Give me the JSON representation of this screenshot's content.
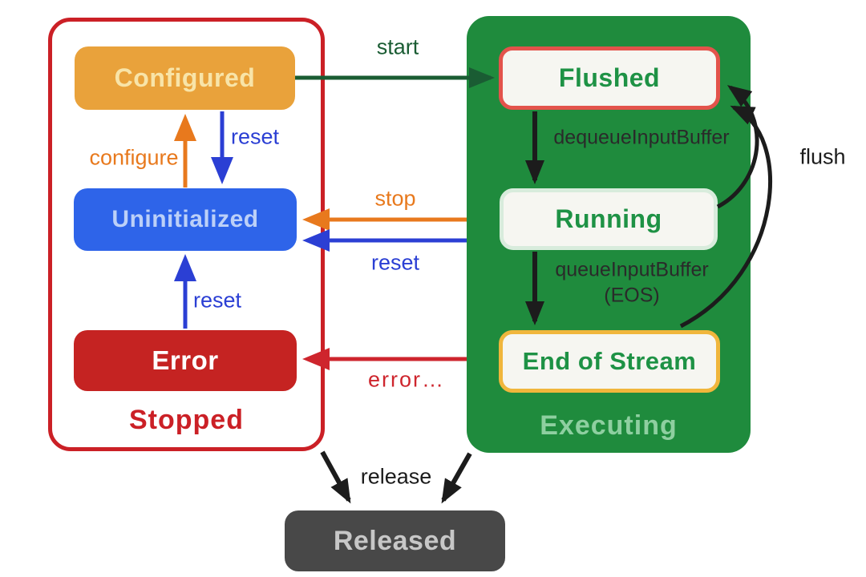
{
  "diagram": {
    "groups": {
      "stopped": {
        "label": "Stopped"
      },
      "executing": {
        "label": "Executing"
      }
    },
    "states": {
      "configured": {
        "label": "Configured"
      },
      "uninitialized": {
        "label": "Uninitialized"
      },
      "error": {
        "label": "Error"
      },
      "flushed": {
        "label": "Flushed"
      },
      "running": {
        "label": "Running"
      },
      "end_of_stream": {
        "label": "End of Stream"
      },
      "released": {
        "label": "Released"
      }
    },
    "transitions": {
      "start": {
        "label": "start",
        "from": "Configured",
        "to": "Flushed"
      },
      "reset_from_configured": {
        "label": "reset",
        "from": "Configured",
        "to": "Uninitialized"
      },
      "configure": {
        "label": "configure",
        "from": "Uninitialized",
        "to": "Configured"
      },
      "reset_from_error": {
        "label": "reset",
        "from": "Error",
        "to": "Uninitialized"
      },
      "stop": {
        "label": "stop",
        "from": "Executing",
        "to": "Uninitialized"
      },
      "reset_from_executing": {
        "label": "reset",
        "from": "Executing",
        "to": "Uninitialized"
      },
      "error": {
        "label": "error…",
        "from": "Executing",
        "to": "Error"
      },
      "dequeue_input_buffer": {
        "label": "dequeueInputBuffer",
        "from": "Flushed",
        "to": "Running"
      },
      "queue_input_buffer": {
        "label": "queueInputBuffer",
        "label_line2": "(EOS)",
        "from": "Running",
        "to": "End of Stream"
      },
      "flush": {
        "label": "flush",
        "from": "Running / End of Stream",
        "to": "Flushed"
      },
      "release": {
        "label": "release",
        "from": "Stopped / Executing",
        "to": "Released"
      }
    },
    "colors": {
      "stopped_border_red": "#CB2026",
      "error_fill_red": "#C52322",
      "configured_orange": "#E9A23B",
      "uninitialized_blue": "#2E64E9",
      "executing_green": "#1F8B3D",
      "state_text_green": "#1E9245",
      "flushed_border_red": "#E3534B",
      "running_border_pale_green": "#D8ECDC",
      "end_of_stream_border_gold": "#F0B63C",
      "released_gray": "#484848",
      "arrow_green": "#1A5C33",
      "arrow_orange": "#E8791D",
      "arrow_blue": "#2B3FD4",
      "arrow_red": "#CE252D",
      "arrow_black": "#1C1C1C"
    }
  }
}
